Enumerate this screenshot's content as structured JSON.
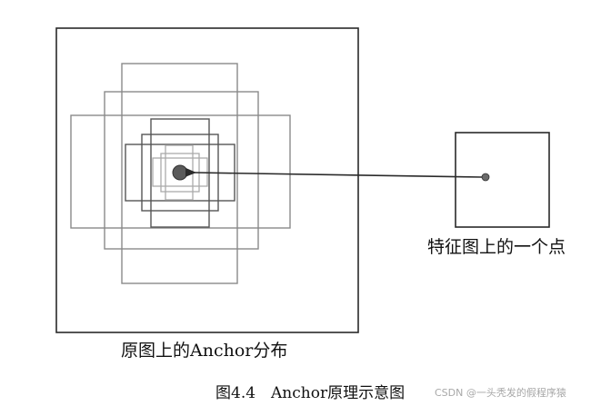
{
  "labels": {
    "original_image": "原图上的Anchor分布",
    "feature_point": "特征图上的一个点"
  },
  "caption": "图4.4　Anchor原理示意图",
  "watermark": "CSDN @一头秃发的假程序猿",
  "colors": {
    "outline": "#2a2a2a",
    "anchor_large": "#8a8a8a",
    "anchor_medium": "#555555",
    "anchor_small": "#aaaaaa",
    "center_point": "#5a5a5a",
    "feature_point": "#6a6a6a",
    "arrow": "#2a2a2a"
  }
}
